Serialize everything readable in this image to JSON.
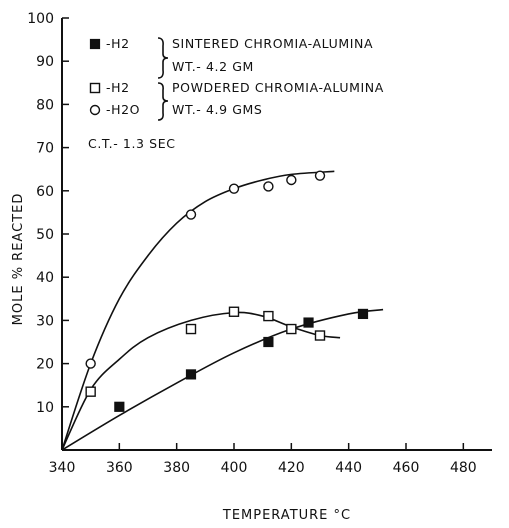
{
  "chart_data": {
    "type": "scatter",
    "xlabel": "TEMPERATURE °C",
    "ylabel": "MOLE % REACTED",
    "xlim": [
      340,
      490
    ],
    "ylim": [
      0,
      100
    ],
    "x_ticks": [
      340,
      360,
      380,
      400,
      420,
      440,
      460,
      480
    ],
    "y_ticks": [
      10,
      20,
      30,
      40,
      50,
      60,
      70,
      80,
      90,
      100
    ],
    "grid": false,
    "legend": {
      "placement": "top-left",
      "lines": [
        {
          "marker": "filled-square",
          "symbol_text": "-H2",
          "text": "SINTERED CHROMIA-ALUMINA"
        },
        {
          "marker": "none",
          "symbol_text": "",
          "text": "WT.- 4.2 GM"
        },
        {
          "marker": "open-square",
          "symbol_text": "-H2",
          "text": "POWDERED CHROMIA-ALUMINA"
        },
        {
          "marker": "open-circle",
          "symbol_text": "-H2O",
          "text": "WT.- 4.9 GMS"
        }
      ],
      "note": "C.T.- 1.3 SEC"
    },
    "series": [
      {
        "name": "-H2 SINTERED CHROMIA-ALUMINA",
        "marker": "filled-square",
        "points": [
          [
            360,
            10
          ],
          [
            385,
            17.5
          ],
          [
            412,
            25
          ],
          [
            426,
            29.5
          ],
          [
            445,
            31.5
          ]
        ],
        "curve": [
          [
            340,
            0
          ],
          [
            360,
            8
          ],
          [
            380,
            15.5
          ],
          [
            400,
            22.5
          ],
          [
            420,
            28
          ],
          [
            440,
            31.5
          ],
          [
            452,
            32.5
          ]
        ]
      },
      {
        "name": "-H2 POWDERED CHROMIA-ALUMINA",
        "marker": "open-square",
        "points": [
          [
            350,
            13.5
          ],
          [
            385,
            28
          ],
          [
            400,
            32
          ],
          [
            412,
            31
          ],
          [
            420,
            28
          ],
          [
            430,
            26.5
          ]
        ],
        "curve": [
          [
            340,
            0
          ],
          [
            350,
            14
          ],
          [
            360,
            21
          ],
          [
            370,
            26
          ],
          [
            385,
            30
          ],
          [
            400,
            31.8
          ],
          [
            410,
            31
          ],
          [
            420,
            28.5
          ],
          [
            430,
            26.5
          ],
          [
            437,
            26
          ]
        ]
      },
      {
        "name": "-H2O",
        "marker": "open-circle",
        "points": [
          [
            350,
            20
          ],
          [
            385,
            54.5
          ],
          [
            400,
            60.5
          ],
          [
            412,
            61
          ],
          [
            420,
            62.5
          ],
          [
            430,
            63.5
          ]
        ],
        "curve": [
          [
            340,
            0
          ],
          [
            350,
            20
          ],
          [
            360,
            35
          ],
          [
            370,
            45
          ],
          [
            380,
            52.5
          ],
          [
            390,
            57.5
          ],
          [
            400,
            60.5
          ],
          [
            410,
            62.5
          ],
          [
            420,
            63.8
          ],
          [
            435,
            64.5
          ]
        ]
      }
    ]
  }
}
